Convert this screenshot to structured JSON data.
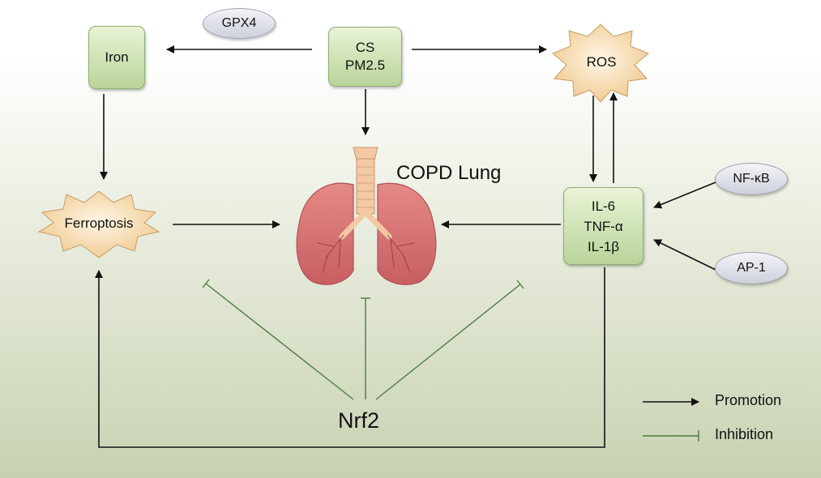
{
  "nodes": {
    "cs": "CS",
    "pm25": "PM2.5",
    "iron": "Iron",
    "gpx4": "GPX4",
    "ros": "ROS",
    "ferroptosis": "Ferroptosis",
    "copd_lung": "COPD Lung",
    "il6": "IL-6",
    "tnf": "TNF-α",
    "il1b": "IL-1β",
    "nfkb": "NF-κB",
    "ap1": "AP-1",
    "nrf2": "Nrf2"
  },
  "legend": {
    "promotion": "Promotion",
    "inhibition": "Inhibition"
  },
  "colors": {
    "promotion_arrow": "#111111",
    "inhibition_line": "#4e7d3f",
    "node_fill_top": "#e9f3d6",
    "node_fill_bottom": "#b9d49a",
    "burst_fill": "#f6dfb7",
    "lung_fill": "#d9787a",
    "trachea_fill": "#f2c9a3"
  }
}
